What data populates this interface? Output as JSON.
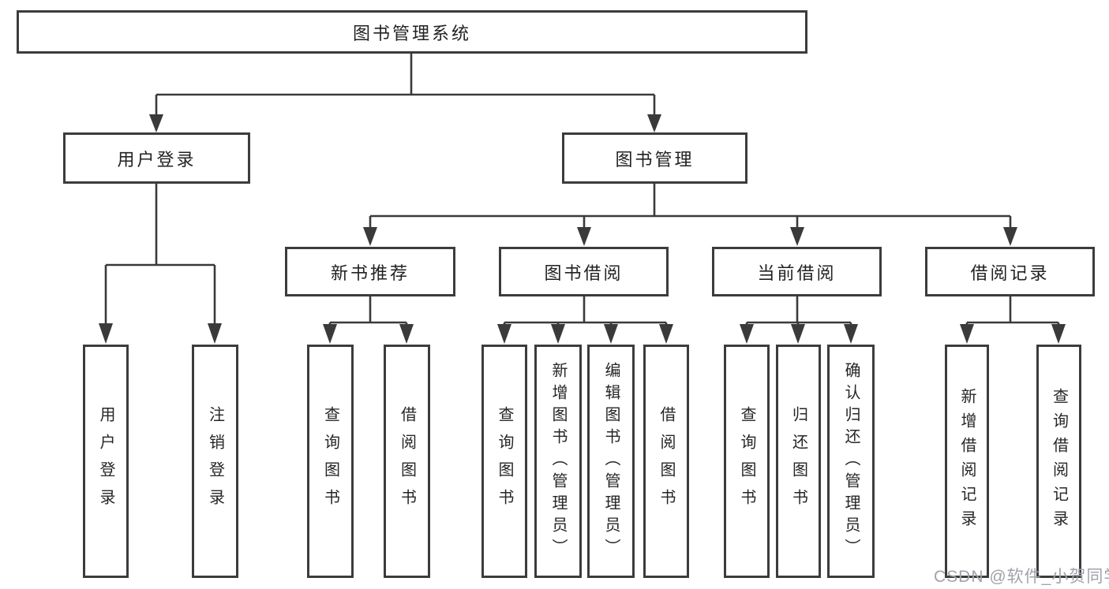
{
  "diagram": {
    "root": {
      "label": "图书管理系统"
    },
    "level2": [
      {
        "label": "用户登录",
        "children": [
          "用户登录",
          "注销登录"
        ]
      },
      {
        "label": "图书管理",
        "groups": [
          {
            "label": "新书推荐",
            "children": [
              "查询图书",
              "借阅图书"
            ]
          },
          {
            "label": "图书借阅",
            "children": [
              "查询图书",
              "新增图书（管理员）",
              "编辑图书（管理员）",
              "借阅图书"
            ]
          },
          {
            "label": "当前借阅",
            "children": [
              "查询图书",
              "归还图书",
              "确认归还（管理员）"
            ]
          },
          {
            "label": "借阅记录",
            "children": [
              "新增借阅记录",
              "查询借阅记录"
            ]
          }
        ]
      }
    ]
  },
  "watermark": {
    "text": "CSDN @软件_小贺同学"
  },
  "colors": {
    "background": "#ffffff",
    "line": "#3a3a3a",
    "box_border": "#3c3c3c",
    "text": "#222222",
    "watermark": "#a0a3a8"
  }
}
